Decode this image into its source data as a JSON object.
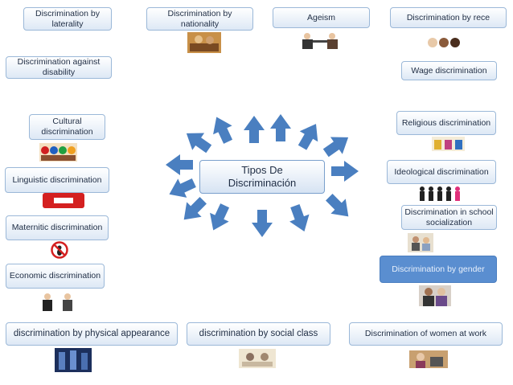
{
  "center": {
    "line1": "Tipos De",
    "line2": "Discriminación"
  },
  "boxes": {
    "laterality": "Discrimination by laterality",
    "nationality": "Discrimination by nationality",
    "ageism": "Ageism",
    "race": "Discrimination by rece",
    "disability": "Discrimination against disability",
    "wage": "Wage discrimination",
    "cultural": "Cultural discrimination",
    "religious": "Religious discrimination",
    "linguistic": "Linguistic discrimination",
    "ideological": "Ideological discrimination",
    "maternitic": "Maternitic discrimination",
    "school": "Discrimination in school socialization",
    "gender": "Discrimination by gender",
    "economic": "Economic discrimination",
    "physical": "discrimination by physical appearance",
    "social_class": "discrimination by social class",
    "women_work": "Discrimination of women at work"
  },
  "colors": {
    "arrow": "#4a7fc0",
    "box_border": "#9bb8d8",
    "blue_box": "#5a8ed0"
  }
}
